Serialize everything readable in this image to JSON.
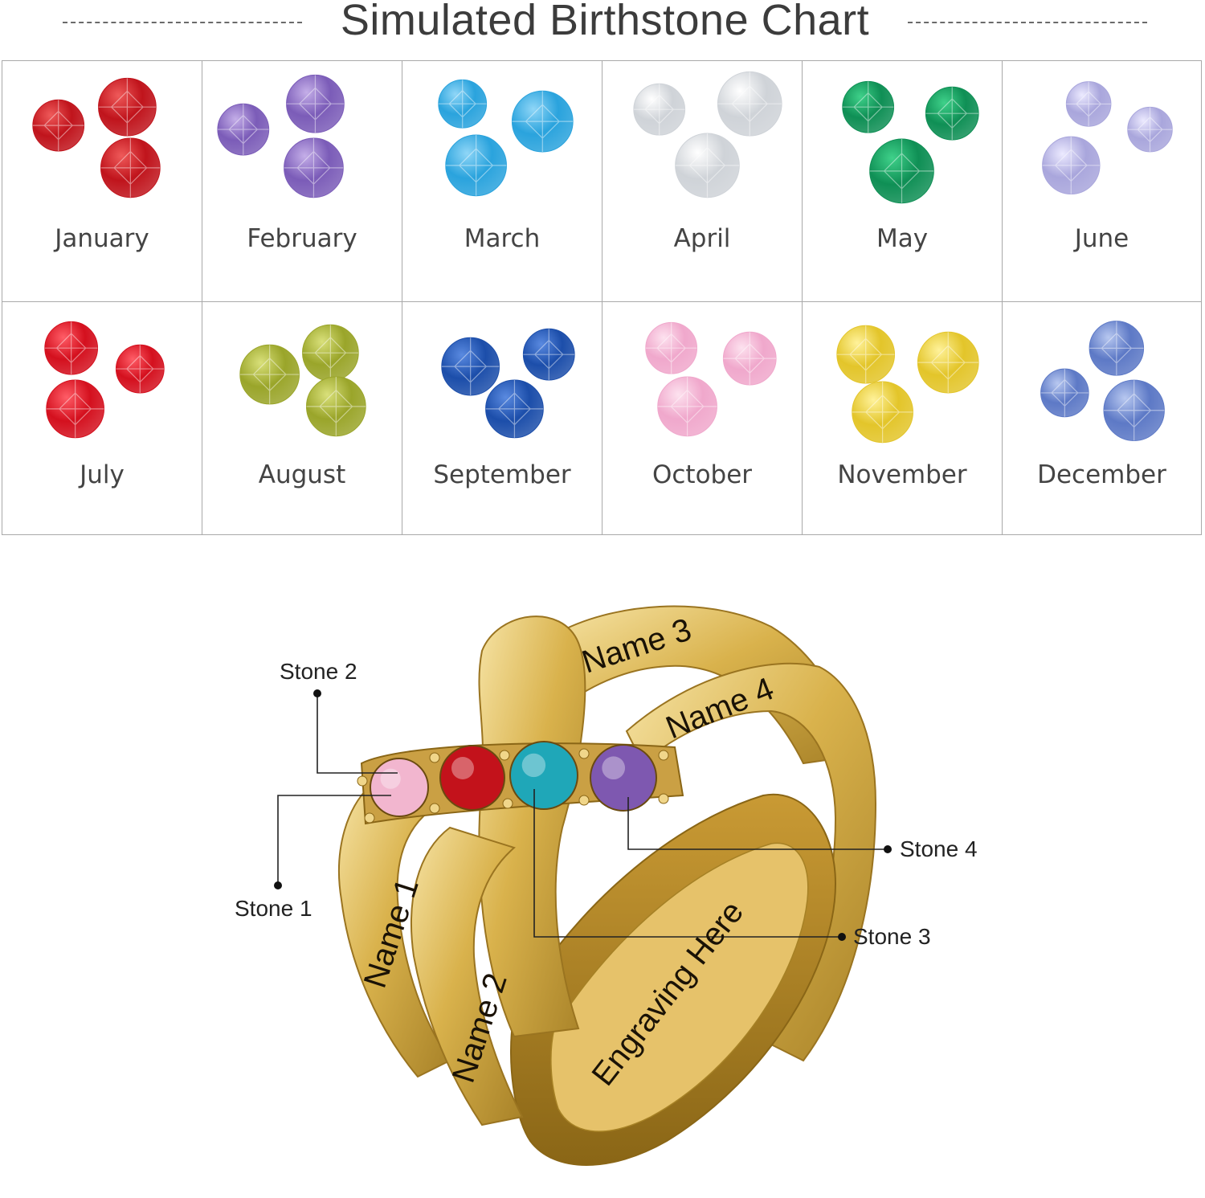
{
  "title": "Simulated Birthstone Chart",
  "months": [
    {
      "label": "January",
      "color": "#c0141c",
      "light": "#ef5a5a"
    },
    {
      "label": "February",
      "color": "#7b5cb8",
      "light": "#c4aee8"
    },
    {
      "label": "March",
      "color": "#2aa3dd",
      "light": "#8fd6f7"
    },
    {
      "label": "April",
      "color": "#cfd3d8",
      "light": "#ffffff"
    },
    {
      "label": "May",
      "color": "#0f8f55",
      "light": "#3fd18a"
    },
    {
      "label": "June",
      "color": "#a9a6dc",
      "light": "#eceaff"
    },
    {
      "label": "July",
      "color": "#d4101e",
      "light": "#ff5d67"
    },
    {
      "label": "August",
      "color": "#9aa52a",
      "light": "#d9e07a"
    },
    {
      "label": "September",
      "color": "#1c4eaa",
      "light": "#5a8ae0"
    },
    {
      "label": "October",
      "color": "#f0a8cc",
      "light": "#fde2ef"
    },
    {
      "label": "November",
      "color": "#e3c52a",
      "light": "#fff29a"
    },
    {
      "label": "December",
      "color": "#5d79c6",
      "light": "#b8c8f0"
    }
  ],
  "ring": {
    "band_color": "#d9b24c",
    "engravings": {
      "name1": "Name 1",
      "name2": "Name 2",
      "name3": "Name 3",
      "name4": "Name 4",
      "inner": "Engraving Here"
    },
    "stones": [
      {
        "label": "Stone 1",
        "color": "#f2b6cf"
      },
      {
        "label": "Stone 2",
        "color": "#c3121b"
      },
      {
        "label": "Stone 3",
        "color": "#1fa7b8"
      },
      {
        "label": "Stone 4",
        "color": "#7e58b0"
      }
    ]
  }
}
